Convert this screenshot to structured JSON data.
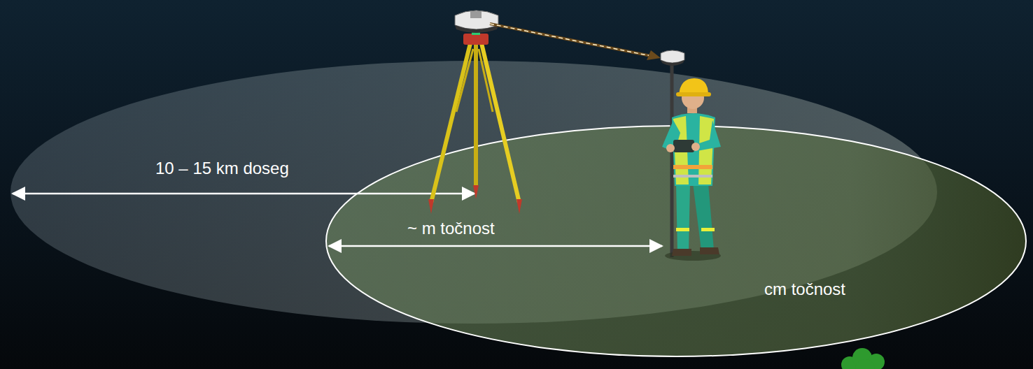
{
  "diagram": {
    "labels": [
      "10 – 15 km doseg",
      "~ m točnost",
      "cm točnost"
    ]
  }
}
